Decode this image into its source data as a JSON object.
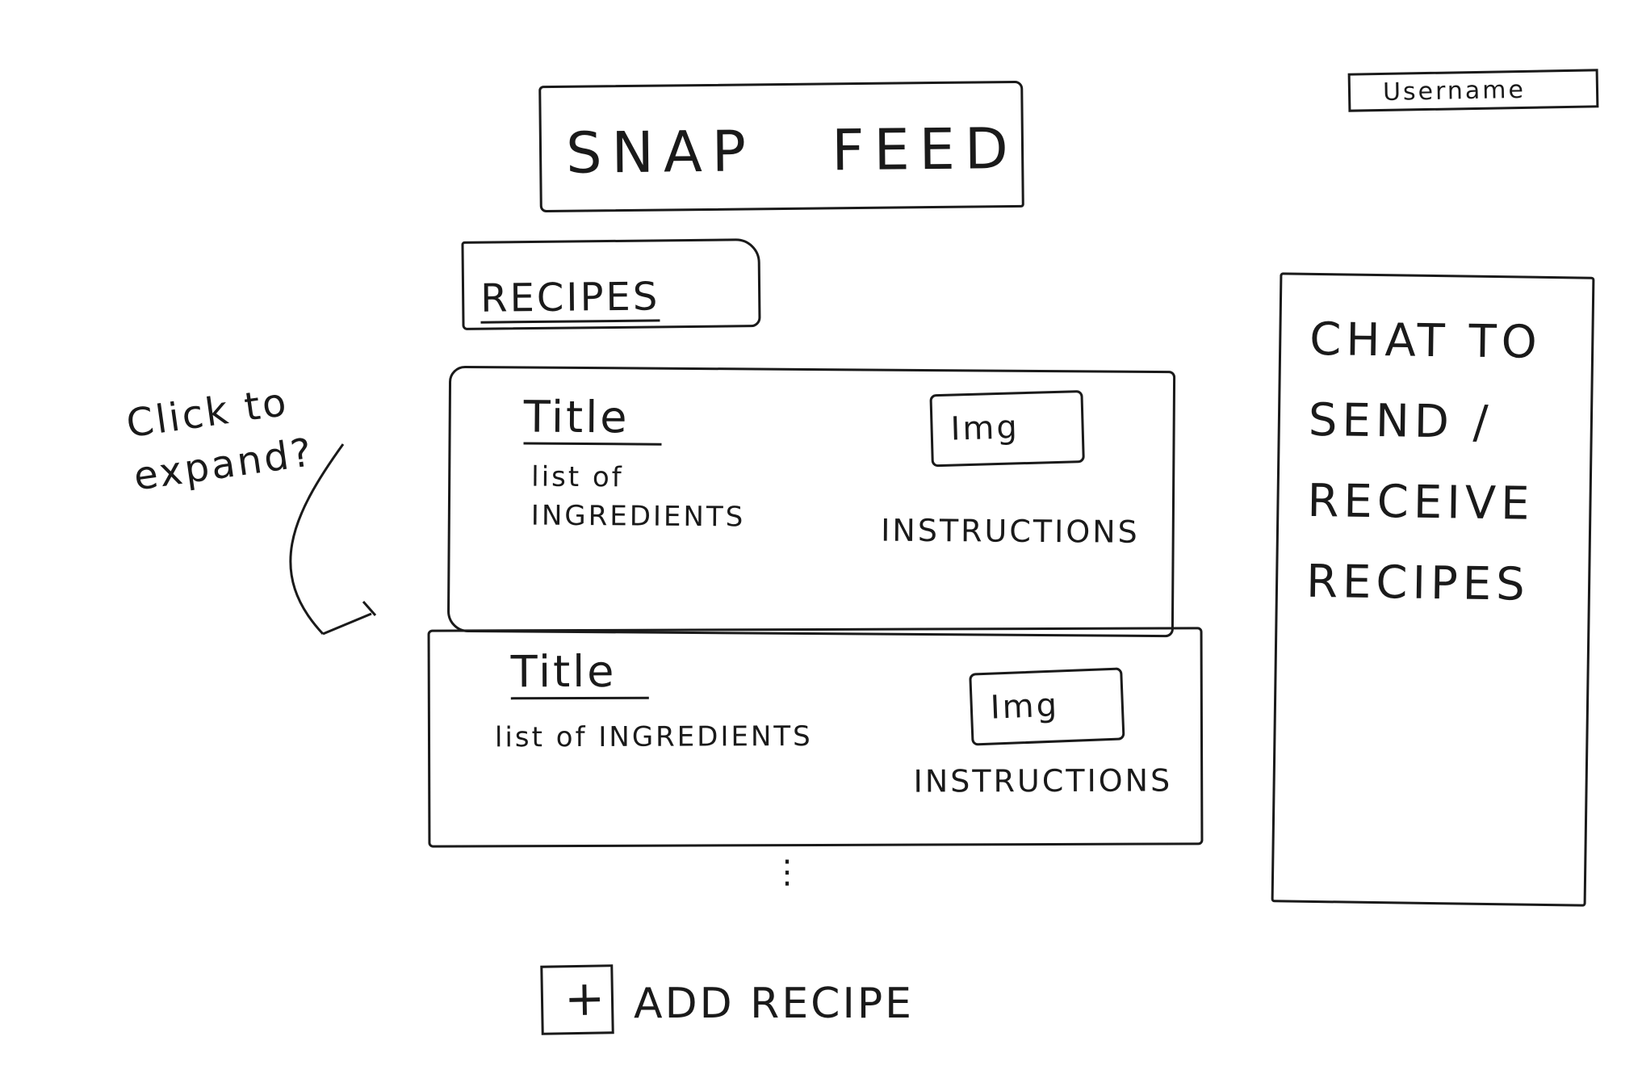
{
  "header": {
    "username": "Username",
    "app_title": "SNAP FEED"
  },
  "section": {
    "title": "RECIPES"
  },
  "recipes": [
    {
      "title": "Title",
      "ingredients": "list of INGREDIENTS",
      "image_label": "Img",
      "instructions": "INSTRUCTIONS"
    },
    {
      "title": "Title",
      "ingredients": "list of INGREDIENTS",
      "image_label": "Img",
      "instructions": "INSTRUCTIONS"
    }
  ],
  "annotation": {
    "text": "Click to expand?"
  },
  "more_indicator": "⋮",
  "add_recipe": {
    "icon": "+",
    "label": "ADD RECIPE"
  },
  "chat": {
    "text": "CHAT TO SEND / RECEIVE RECIPES"
  }
}
